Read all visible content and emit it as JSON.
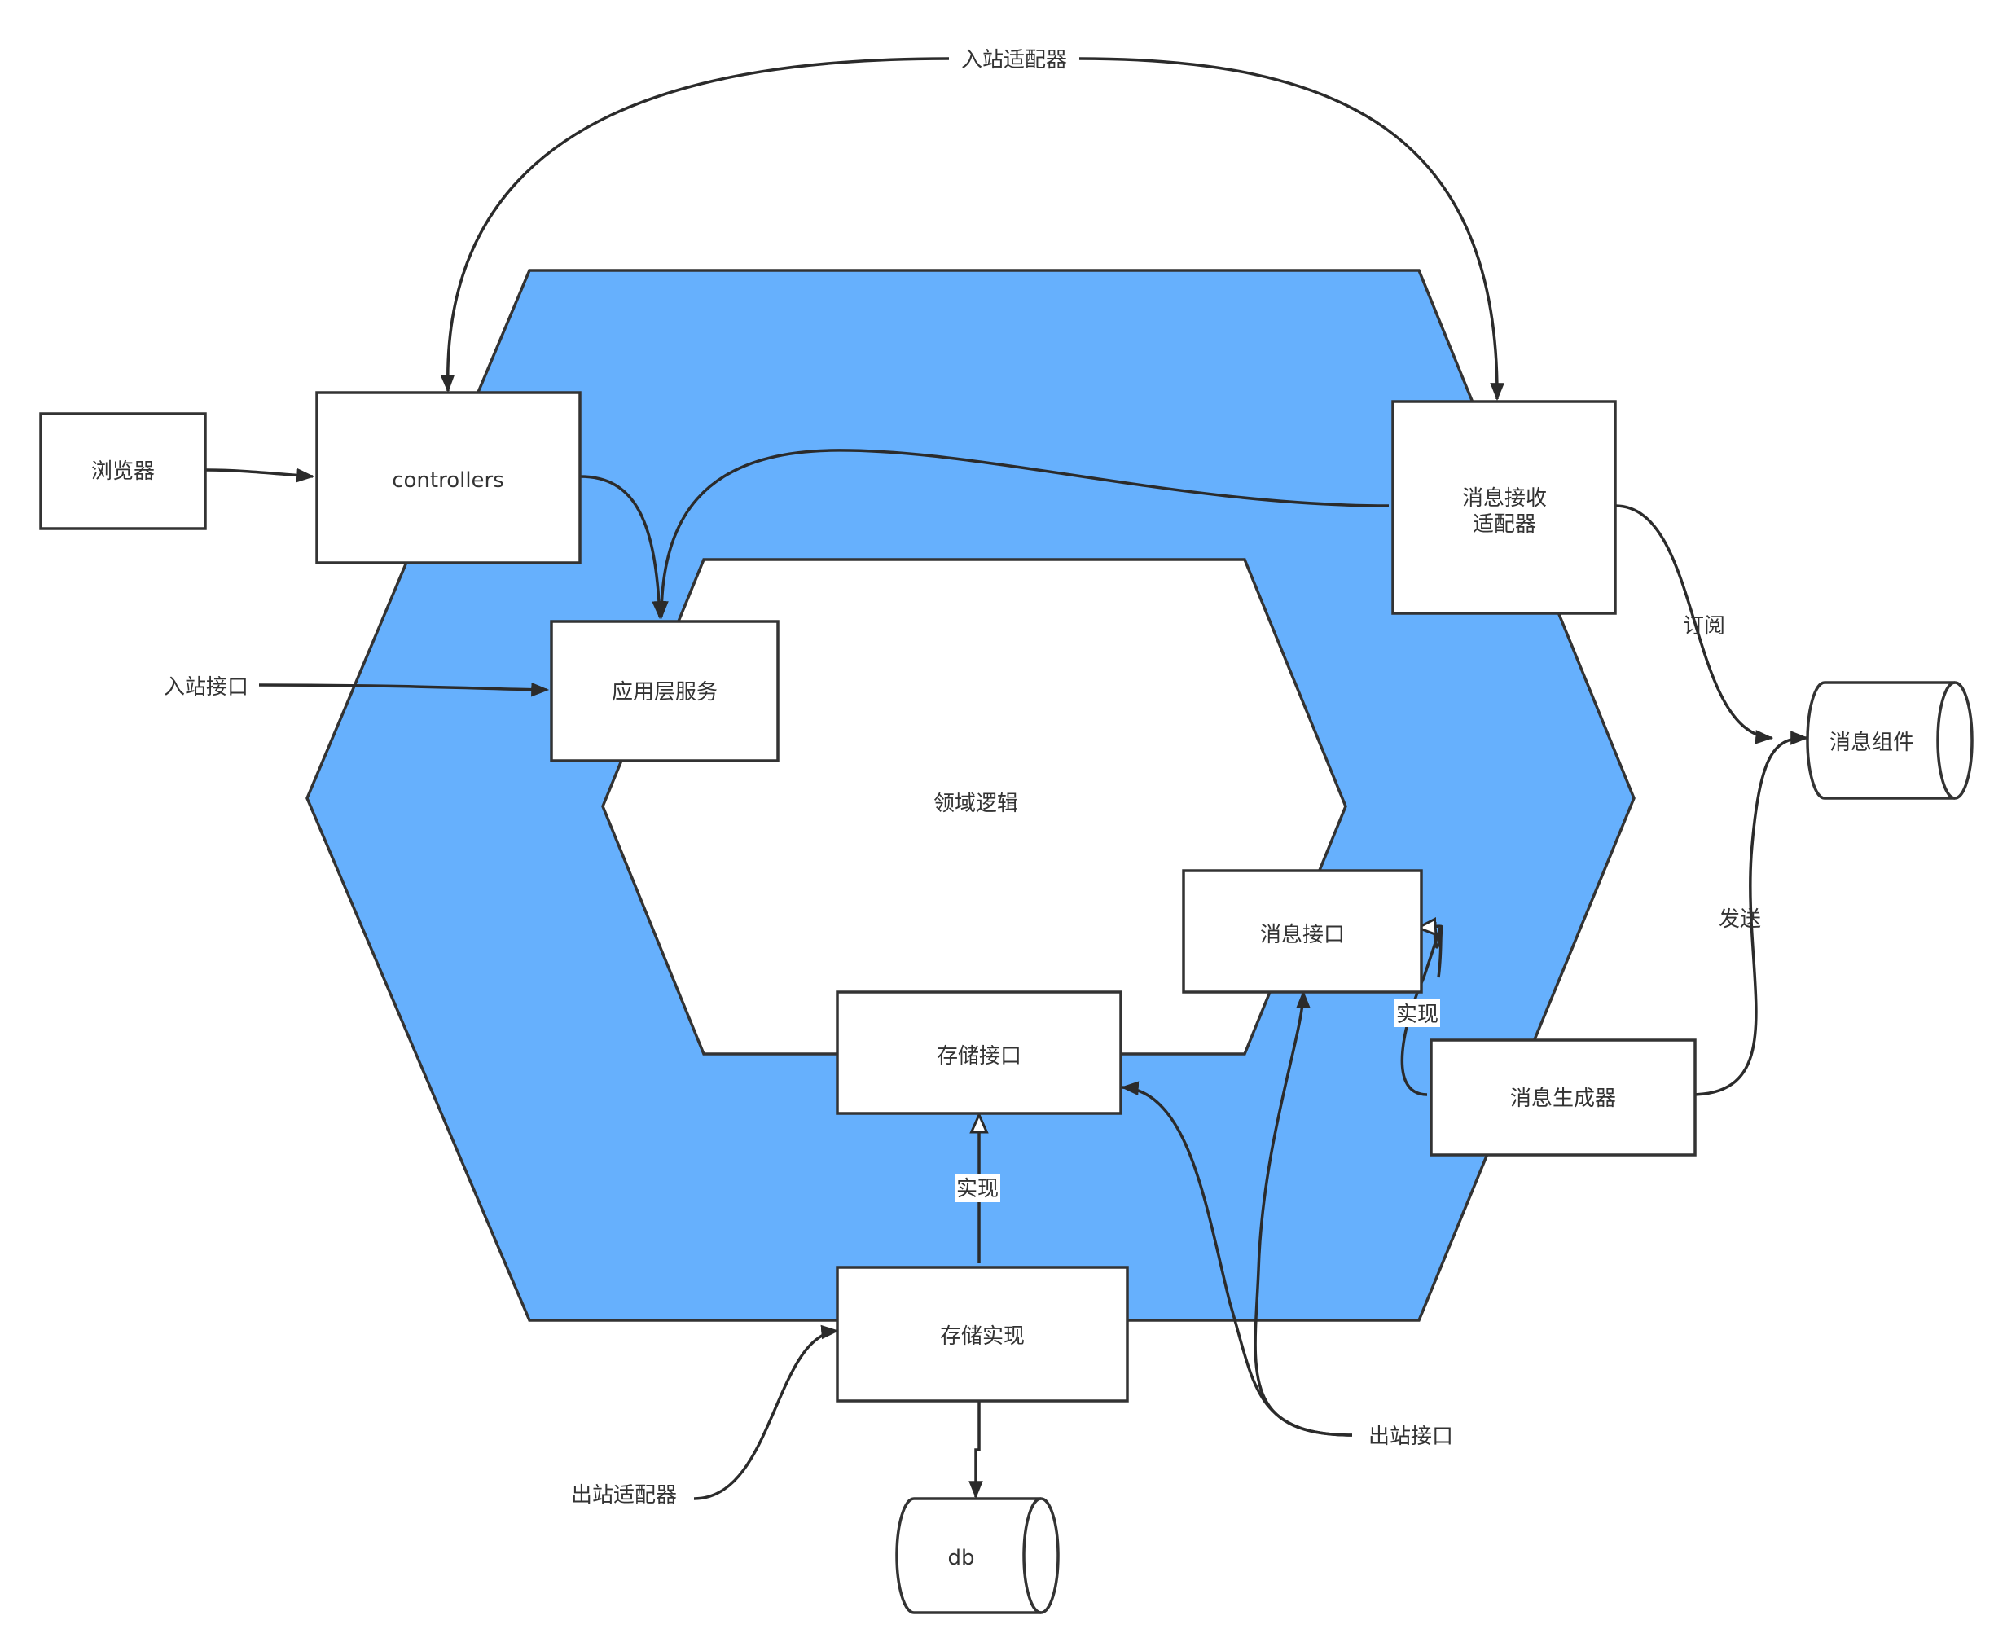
{
  "colors": {
    "hexagon_fill": "#66b0fd",
    "stroke": "#333333",
    "box_fill": "#ffffff"
  },
  "nodes": {
    "browser": "浏览器",
    "controllers": "controllers",
    "msg_recv_adapter_line1": "消息接收",
    "msg_recv_adapter_line2": "适配器",
    "app_service": "应用层服务",
    "domain_logic": "领域逻辑",
    "msg_interface": "消息接口",
    "storage_interface": "存储接口",
    "storage_impl": "存储实现",
    "msg_generator": "消息生成器",
    "msg_component": "消息组件",
    "db": "db"
  },
  "labels": {
    "inbound_adapter": "入站适配器",
    "inbound_interface": "入站接口",
    "subscribe": "订阅",
    "send": "发送",
    "implements_msg": "实现",
    "implements_storage": "实现",
    "outbound_interface": "出站接口",
    "outbound_adapter": "出站适配器"
  }
}
